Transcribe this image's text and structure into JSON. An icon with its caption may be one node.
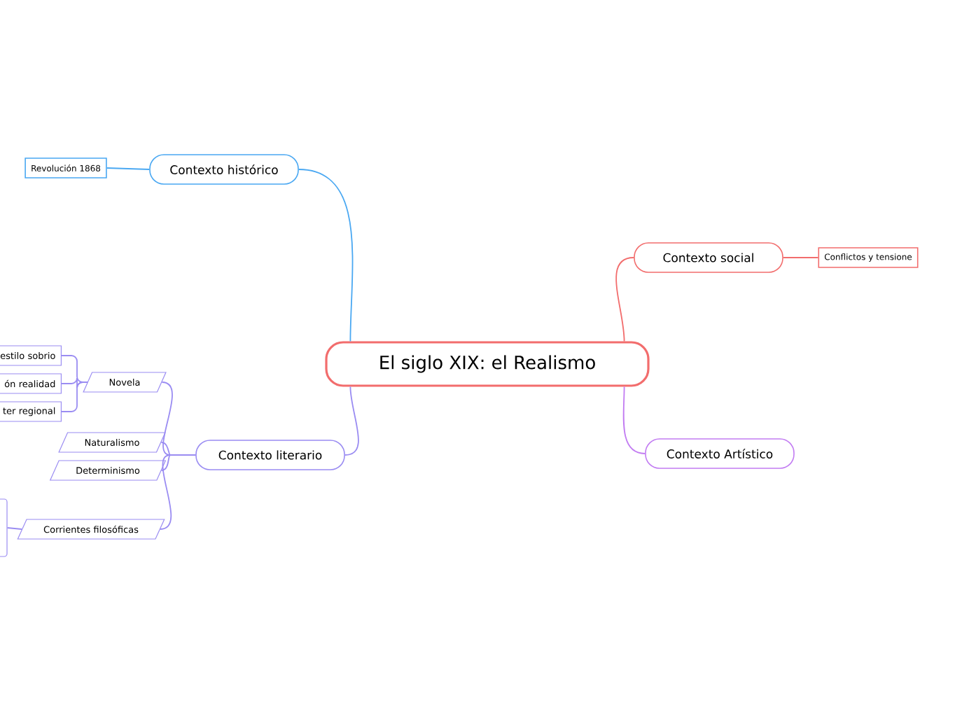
{
  "diagram": {
    "nodes": [
      {
        "text": [
          "El siglo XIX: el Realismo"
        ]
      },
      {
        "text": [
          "Contexto histórico"
        ]
      },
      {
        "text": [
          "Revolución 1868"
        ]
      },
      {
        "text": [
          "Contexto social"
        ]
      },
      {
        "text": [
          "Conflictos y tensione"
        ]
      },
      {
        "text": [
          "Contexto Artístico"
        ]
      },
      {
        "text": [
          "Contexto literario"
        ]
      },
      {
        "text": [
          "Novela"
        ]
      },
      {
        "text": [
          "estilo sobrio"
        ]
      },
      {
        "text": [
          "ón realidad"
        ]
      },
      {
        "text": [
          "ter regional"
        ]
      },
      {
        "text": [
          "Naturalismo"
        ]
      },
      {
        "text": [
          "Determinismo"
        ]
      },
      {
        "text": [
          "Corrientes filosóficas"
        ]
      },
      {
        "text": [],
        "shape": "box"
      }
    ],
    "edges": [
      {
        "from": 0,
        "to": 1,
        "arrow": "none",
        "color": "#4aa8f2"
      },
      {
        "from": 1,
        "to": 2,
        "arrow": "none",
        "color": "#4aa8f2"
      },
      {
        "from": 0,
        "to": 3,
        "arrow": "none",
        "color": "#f26d6d"
      },
      {
        "from": 3,
        "to": 4,
        "arrow": "none",
        "color": "#f26d6d"
      },
      {
        "from": 0,
        "to": 5,
        "arrow": "none",
        "color": "#c27cf2"
      },
      {
        "from": 0,
        "to": 6,
        "arrow": "none"
      },
      {
        "from": 6,
        "to": 7,
        "arrow": "none"
      },
      {
        "from": 6,
        "to": 11,
        "arrow": "none"
      },
      {
        "from": 6,
        "to": 12,
        "arrow": "none"
      },
      {
        "from": 6,
        "to": 13,
        "arrow": "none"
      },
      {
        "from": 7,
        "to": 8,
        "arrow": "none"
      },
      {
        "from": 7,
        "to": 9,
        "arrow": "none"
      },
      {
        "from": 7,
        "to": 10,
        "arrow": "none"
      },
      {
        "from": 13,
        "to": 14,
        "arrow": "none"
      }
    ]
  }
}
